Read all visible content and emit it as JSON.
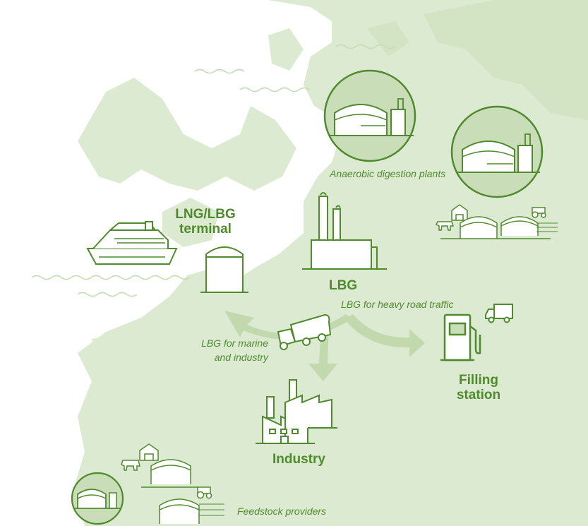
{
  "labels": {
    "terminal": [
      "LNG/LBG",
      "terminal"
    ],
    "anaerobic": "Anaerobic digestion plants",
    "lbg": "LBG",
    "heavy_traffic": "LBG for heavy road traffic",
    "marine": [
      "LBG for marine",
      "and industry"
    ],
    "filling": [
      "Filling",
      "station"
    ],
    "industry": "Industry",
    "feedstock": "Feedstock providers"
  },
  "colors": {
    "land": "#dcead1",
    "land_dark": "#d2e4c4",
    "circle_fill": "#c9ddb8",
    "line": "#4f8a2d",
    "arrow": "#c2d9ae",
    "wave": "#c8dcb8",
    "text": "#4f8a2d"
  },
  "icons": [
    "ship-icon",
    "lng-tank-icon",
    "biogas-plant-icon",
    "lbg-plant-icon",
    "truck-icon",
    "tanker-truck-icon",
    "fuel-pump-icon",
    "factory-icon",
    "farm-icon",
    "cow-icon",
    "tractor-icon"
  ]
}
